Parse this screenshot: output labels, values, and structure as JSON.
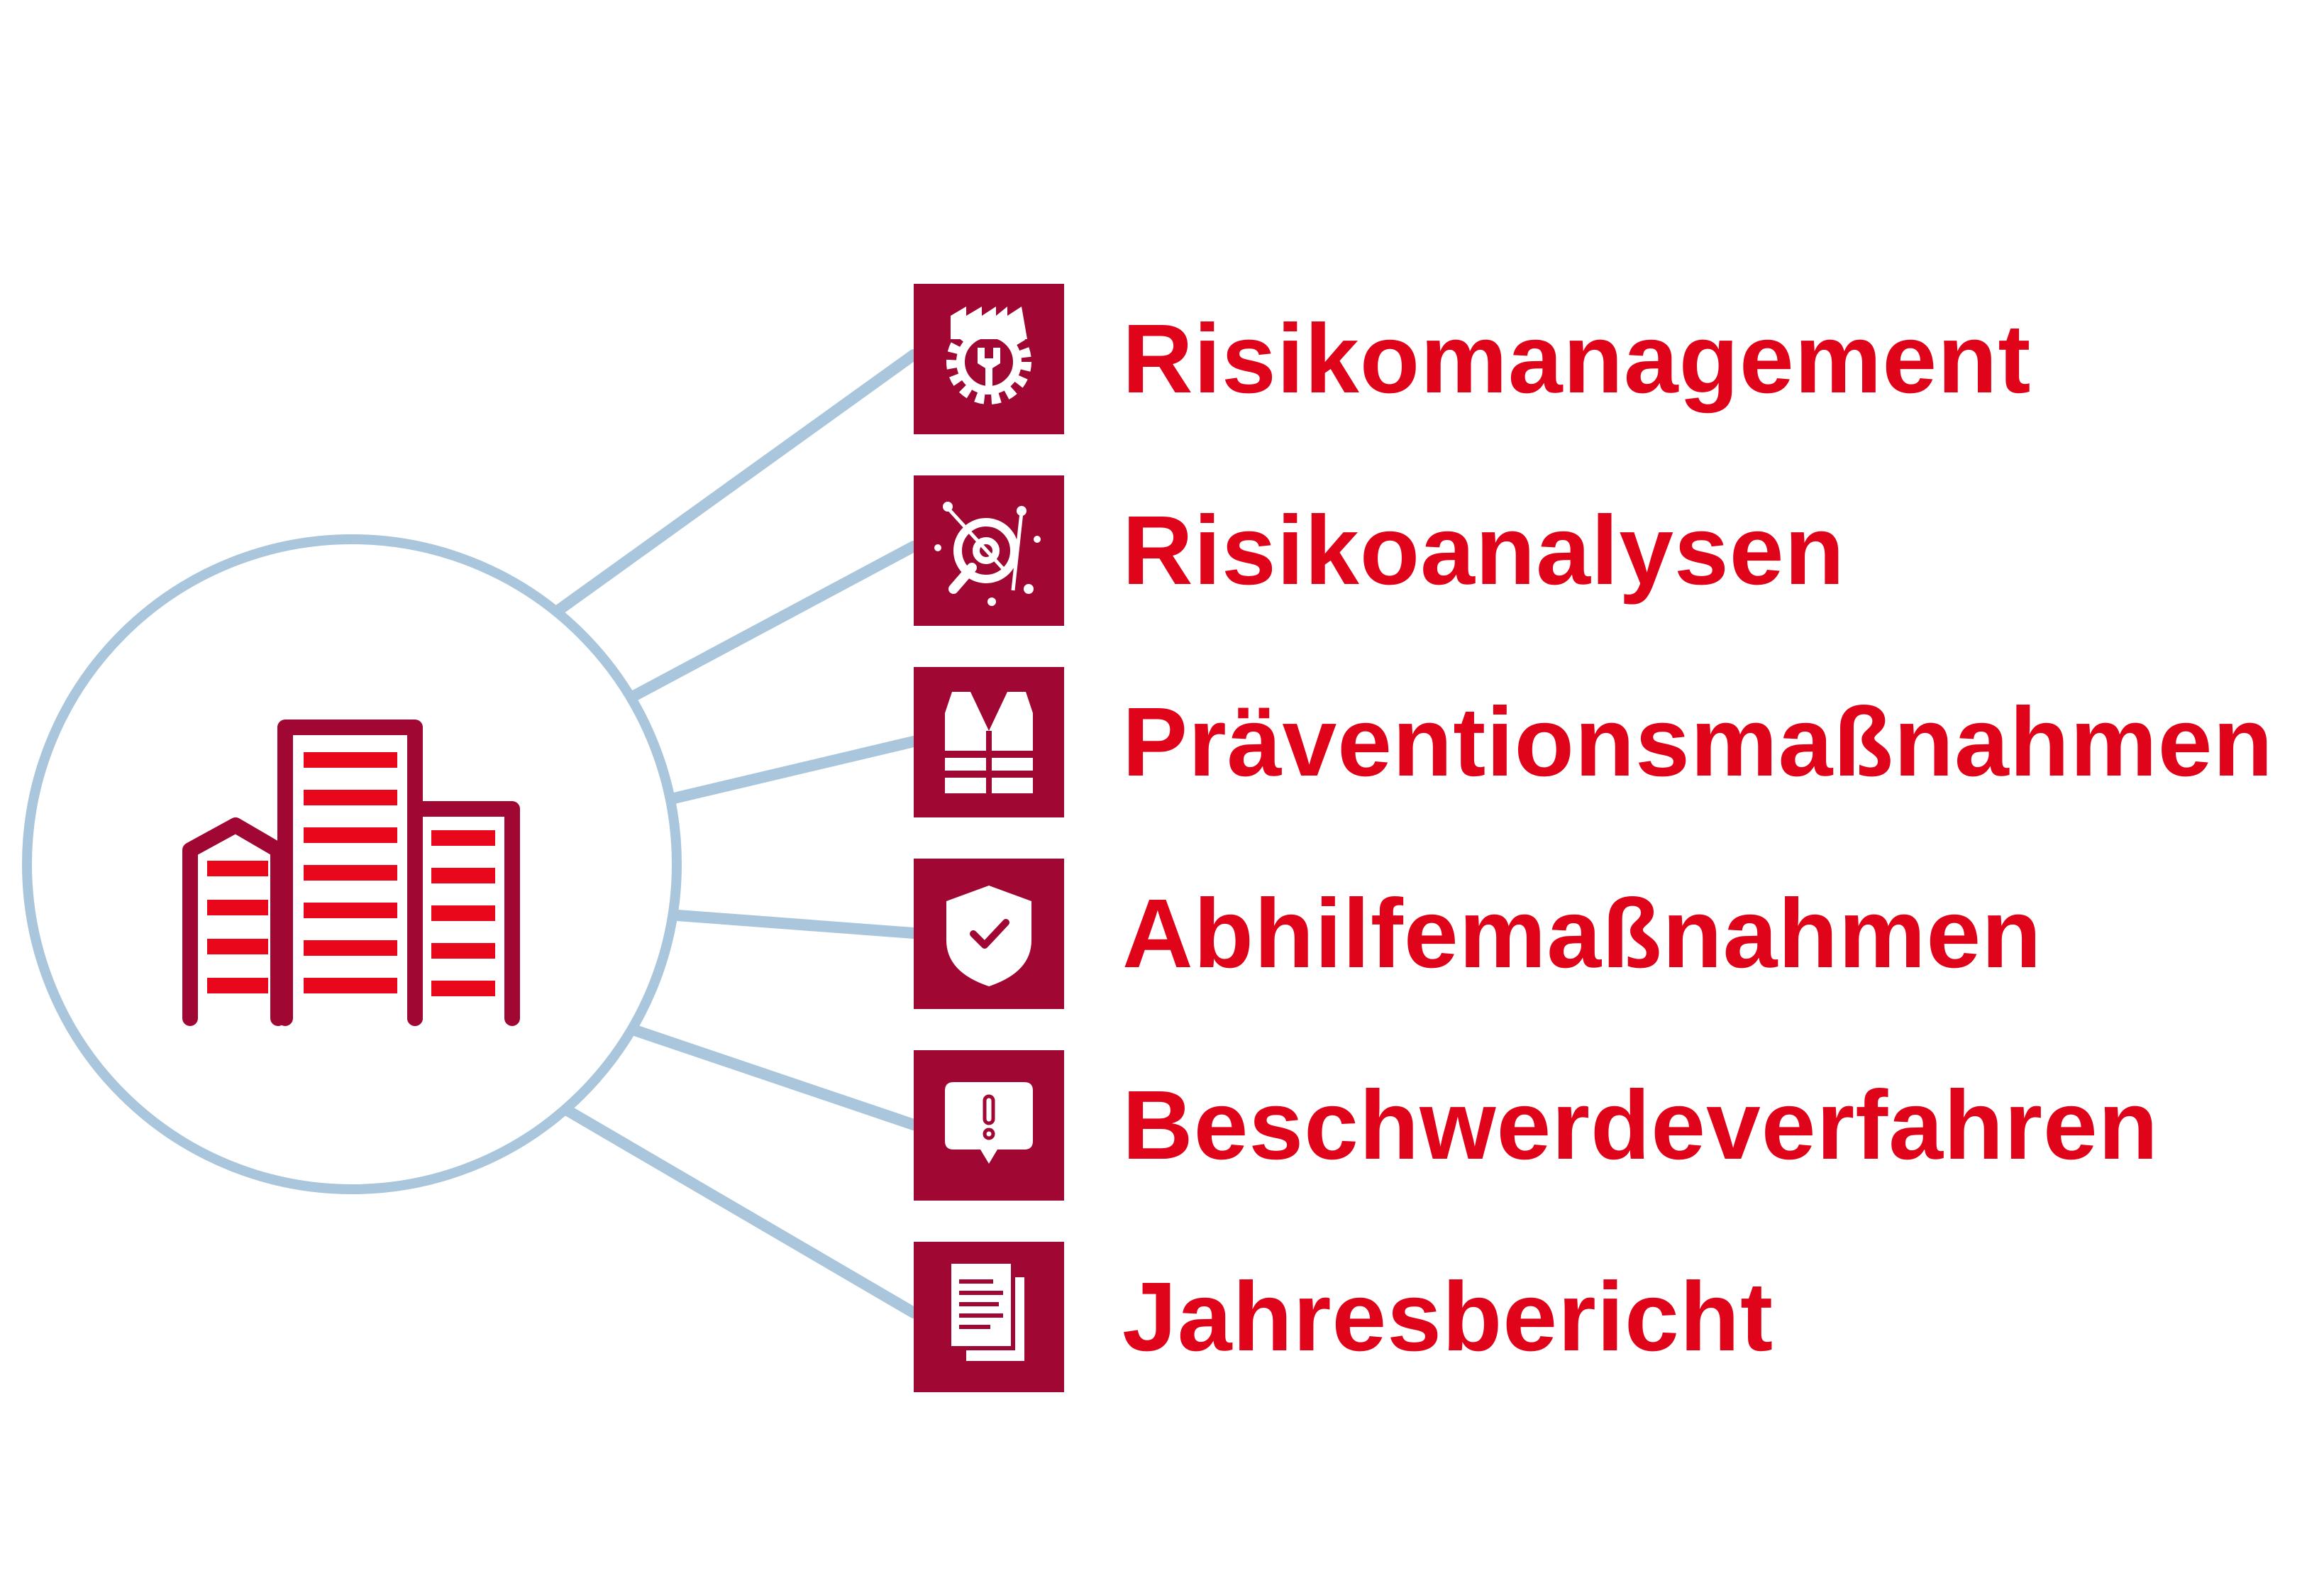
{
  "colors": {
    "connector": "#a9c6dc",
    "icon_tile": "#a00733",
    "label_text": "#e0041a",
    "building_outline": "#a00733",
    "building_stripes": "#e8071b"
  },
  "hub": {
    "icon": "office-buildings-icon"
  },
  "items": [
    {
      "label": "Risikomanagement",
      "icon": "gear-factory-wrench-icon"
    },
    {
      "label": "Risikoanalysen",
      "icon": "target-analysis-icon"
    },
    {
      "label": "Präventionsmaßnahmen",
      "icon": "safety-vest-icon"
    },
    {
      "label": "Abhilfemaßnahmen",
      "icon": "shield-check-icon"
    },
    {
      "label": "Beschwerdeverfahren",
      "icon": "alert-speech-bubble-icon"
    },
    {
      "label": "Jahresbericht",
      "icon": "report-document-icon"
    }
  ]
}
